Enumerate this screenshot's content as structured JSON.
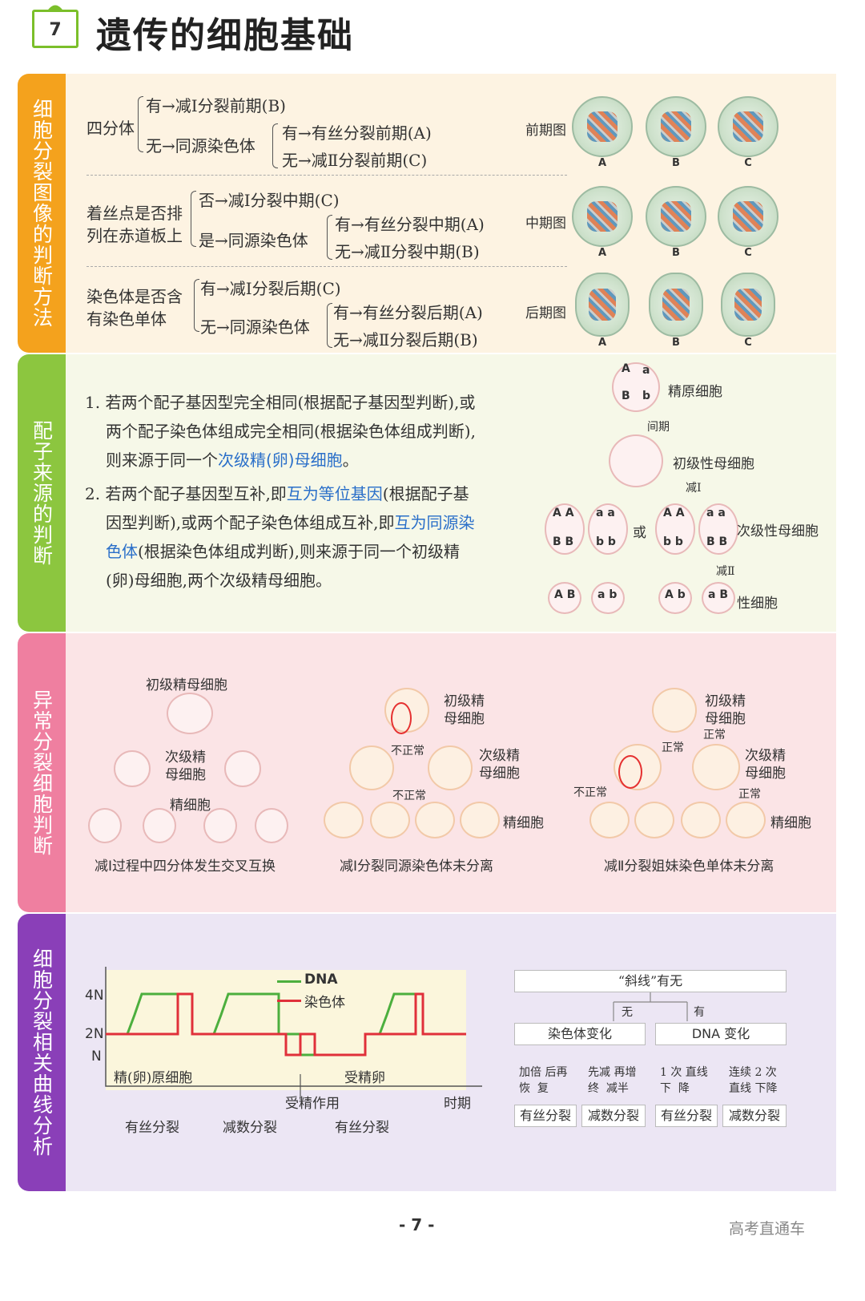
{
  "header": {
    "badge_number": "7",
    "title": "遗传的细胞基础"
  },
  "colors": {
    "orange": "#f4a21d",
    "green": "#8cc63f",
    "pink": "#ef7fa0",
    "purple": "#8a3fb8",
    "dna": "#4caf3e",
    "chromosome": "#e0303a",
    "accent_blue": "#2a6fc9"
  },
  "s1": {
    "label": "细胞分裂图像的判断方法",
    "g1": {
      "root": "四分体",
      "a": "有→减Ⅰ分裂前期(B)",
      "b": "无→同源染色体",
      "b1": "有→有丝分裂前期(A)",
      "b2": "无→减Ⅱ分裂前期(C)",
      "fig": "前期图"
    },
    "g2": {
      "root1": "着丝点是否排",
      "root2": "列在赤道板上",
      "a": "否→减Ⅰ分裂中期(C)",
      "b": "是→同源染色体",
      "b1": "有→有丝分裂中期(A)",
      "b2": "无→减Ⅱ分裂中期(B)",
      "fig": "中期图"
    },
    "g3": {
      "root1": "染色体是否含",
      "root2": "有染色单体",
      "a": "有→减Ⅰ分裂后期(C)",
      "b": "无→同源染色体",
      "b1": "有→有丝分裂后期(A)",
      "b2": "无→减Ⅱ分裂后期(B)",
      "fig": "后期图"
    },
    "letters": [
      "A",
      "B",
      "C"
    ]
  },
  "s2": {
    "label": "配子来源的判断",
    "p1_l1": "1. 若两个配子基因型完全相同(根据配子基因型判断),或",
    "p1_l2": "两个配子染色体组成完全相同(根据染色体组成判断),",
    "p1_l3a": "则来源于同一个",
    "p1_l3b": "次级精(卵)母细胞",
    "p1_l3c": "。",
    "p2_l1a": "2. 若两个配子基因型互补,即",
    "p2_l1b": "互为等位基因",
    "p2_l1c": "(根据配子基",
    "p2_l2a": "因型判断),或两个配子染色体组成互补,即",
    "p2_l2b": "互为同源染",
    "p2_l3a": "色体",
    "p2_l3b": "(根据染色体组成判断),则来源于同一个初级精",
    "p2_l4": "(卵)母细胞,两个次级精母细胞。",
    "diagram": {
      "top_genes": [
        "A",
        "a",
        "B",
        "b"
      ],
      "spermatogonium": "精原细胞",
      "interphase": "间期",
      "primary": "初级性母细胞",
      "mei1": "减Ⅰ",
      "or": "或",
      "secondary": "次级性母细胞",
      "mei2": "减Ⅱ",
      "gamete": "性细胞",
      "sec_genes": [
        [
          "A A",
          "B B"
        ],
        [
          "a a",
          "b b"
        ],
        [
          "A A",
          "b b"
        ],
        [
          "a a",
          "B B"
        ]
      ],
      "gam_genes": [
        [
          "A",
          "B"
        ],
        [
          "a",
          "b"
        ],
        [
          "A",
          "b"
        ],
        [
          "a",
          "B"
        ]
      ]
    }
  },
  "s3": {
    "label": "异常分裂细胞判断",
    "d1": {
      "primary": "初级精母细胞",
      "secondary": "次级精\n母细胞",
      "sperm": "精细胞",
      "caption": "减Ⅰ过程中四分体发生交叉互换"
    },
    "d2": {
      "primary": "初级精",
      "primary2": "母细胞",
      "abn1": "不正常",
      "secondary": "次级精",
      "secondary2": "母细胞",
      "abn2": "不正常",
      "sperm": "精细胞",
      "caption": "减Ⅰ分裂同源染色体未分离"
    },
    "d3": {
      "primary": "初级精",
      "primary2": "母细胞",
      "norm1": "正常",
      "norm2": "正常",
      "secondary": "次级精",
      "secondary2": "母细胞",
      "abn": "不正常",
      "norm3": "正常",
      "sperm": "精细胞",
      "caption": "减Ⅱ分裂姐妹染色单体未分离"
    }
  },
  "s4": {
    "label": "细胞分裂相关曲线分析",
    "chart": {
      "y_ticks": [
        "4N",
        "2N",
        "N"
      ],
      "legend_dna": "DNA",
      "legend_chrom": "染色体",
      "region1": "精(卵)原细胞",
      "region2": "受精卵",
      "fert": "受精作用",
      "x_label": "时期",
      "phases": [
        "有丝分裂",
        "减数分裂",
        "有丝分裂"
      ]
    },
    "tree": {
      "root": "“斜线”有无",
      "no": "无",
      "yes": "有",
      "l": "染色体变化",
      "r": "DNA 变化",
      "c1": "加倍 后再\n恢  复",
      "c2": "先减 再增\n终  减半",
      "c3": "1 次 直线\n下  降",
      "c4": "连续 2 次\n直线 下降",
      "leaves": [
        "有丝分裂",
        "减数分裂",
        "有丝分裂",
        "减数分裂"
      ]
    }
  },
  "chart_data": {
    "type": "line",
    "x": [
      0,
      1,
      2,
      3,
      4,
      5,
      6,
      7,
      8,
      9,
      10,
      11,
      12,
      13,
      14,
      15,
      16,
      17,
      18,
      19,
      20,
      21,
      22,
      23,
      24,
      25,
      26,
      27,
      28,
      29,
      30,
      31,
      32,
      33,
      34,
      35,
      36,
      37,
      38,
      39,
      40,
      41,
      42,
      43,
      44,
      45,
      46,
      47,
      48,
      49,
      50
    ],
    "series": [
      {
        "name": "DNA",
        "values": [
          2,
          2,
          2,
          2,
          3,
          4,
          4,
          4,
          4,
          4,
          4,
          4,
          2,
          2,
          2,
          2,
          3,
          4,
          4,
          4,
          4,
          4,
          4,
          4,
          2,
          2,
          2,
          1,
          1,
          1,
          1,
          1,
          1,
          1,
          1,
          1,
          2,
          2,
          2,
          3,
          4,
          4,
          4,
          4,
          2,
          2,
          2,
          2,
          2,
          2,
          2
        ]
      },
      {
        "name": "染色体",
        "values": [
          2,
          2,
          2,
          2,
          2,
          2,
          2,
          2,
          2,
          2,
          4,
          4,
          2,
          2,
          2,
          2,
          2,
          2,
          2,
          2,
          2,
          2,
          2,
          2,
          2,
          1,
          1,
          2,
          2,
          1,
          1,
          1,
          1,
          1,
          1,
          1,
          2,
          2,
          2,
          2,
          2,
          2,
          2,
          4,
          2,
          2,
          2,
          2,
          2,
          2,
          2
        ]
      }
    ],
    "y_ticks": [
      "4N",
      "2N",
      "N"
    ],
    "xlabel": "时期"
  },
  "footer": {
    "page": "- 7 -",
    "brand": "高考直通车"
  }
}
